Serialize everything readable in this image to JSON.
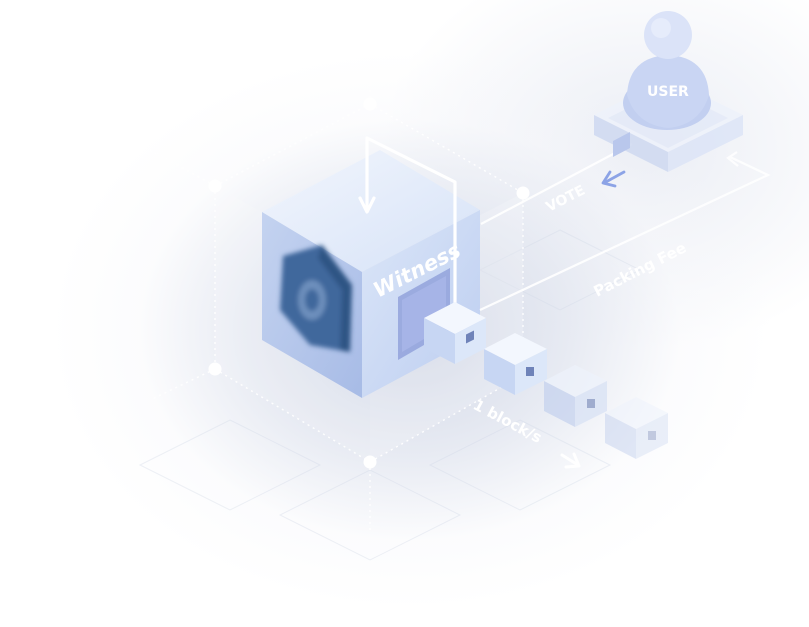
{
  "labels": {
    "user": "USER",
    "vote": "VOTE",
    "witness": "Witness",
    "packing_fee": "Packing Fee",
    "block_rate": "1 block/s"
  },
  "colors": {
    "cube_top": "#dfeafa",
    "cube_left": "#b6c8ee",
    "cube_right": "#c9d8f4",
    "coin": "#3d6599",
    "accent_line": "#ffffff"
  },
  "icons": {
    "coin": "coin-icon",
    "user": "user-icon"
  }
}
